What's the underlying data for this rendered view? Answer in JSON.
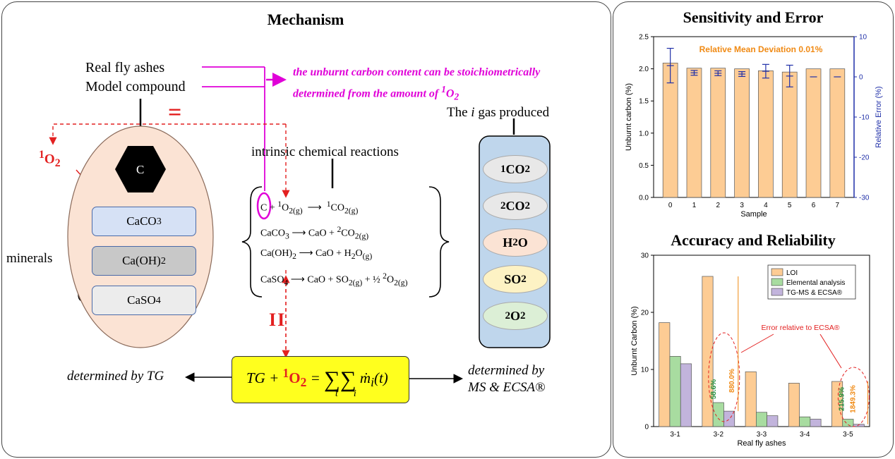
{
  "left_panel": {
    "title": "Mechanism",
    "real_fly_ashes": "Real fly ashes",
    "model_compound": "Model compound",
    "equals_sign": "=",
    "magenta_note_line1": "the unburnt carbon content can be stoichiometrically",
    "magenta_note_line2": "determined from the amount of",
    "singlet_oxygen": "1O2",
    "carbon_label": "C",
    "minerals_label": "minerals",
    "minerals": [
      "CaCO3",
      "Ca(OH)2",
      "CaSO4"
    ],
    "reactions_title": "intrinsic chemical reactions",
    "reactions": [
      "C + 1O2(g) → 1CO2(g)",
      "CaCO3 → CaO + 2CO2(g)",
      "Ca(OH)2 → CaO + H2O(g)",
      "CaSO4 → CaO + SO2(g) + 1/2 2O2(g)"
    ],
    "gas_title": "The i gas produced",
    "gases": [
      "1CO2",
      "2CO2",
      "H2O",
      "SO2",
      "2O2"
    ],
    "tg_left": "determined by TG",
    "tg_right_line1": "determined by",
    "tg_right_line2": "MS & ECSA®",
    "parallel_sign": "II"
  },
  "top_chart_title": "Sensitivity and Error",
  "bottom_chart_title": "Accuracy and Reliability",
  "chart_data": [
    {
      "type": "bar",
      "title": "Sensitivity and Error",
      "xlabel": "Sample",
      "ylabel": "Unburnt carbon (%)",
      "y2label": "Relative Error (%)",
      "annotation": "Relative Mean Deviation 0.01%",
      "categories": [
        "0",
        "1",
        "2",
        "3",
        "4",
        "5",
        "6",
        "7"
      ],
      "values": [
        2.09,
        2.01,
        2.01,
        2.0,
        1.97,
        1.95,
        2.0,
        2.0
      ],
      "relative_error": [
        2.8,
        1.0,
        0.9,
        0.7,
        1.4,
        0.2,
        0.0,
        0.0
      ],
      "relative_error_bar": [
        4.3,
        0.6,
        0.6,
        0.6,
        1.7,
        2.7,
        0,
        0
      ],
      "ylim": [
        0,
        2.5
      ],
      "y_ticks": [
        "0.0",
        "0.5",
        "1.0",
        "1.5",
        "2.0",
        "2.5"
      ],
      "y2lim": [
        -30,
        10
      ],
      "y2_ticks": [
        "10",
        "0",
        "-10",
        "-20",
        "-30"
      ],
      "colors": {
        "bar": "#fdcc94",
        "error": "#1f2fa8",
        "annotation": "#f08a14"
      }
    },
    {
      "type": "bar",
      "title": "Accuracy and Reliability",
      "xlabel": "Real fly ashes",
      "ylabel": "Unburnt Carbon (%)",
      "ylim": [
        0,
        30
      ],
      "y_ticks": [
        "0",
        "10",
        "20",
        "30"
      ],
      "categories": [
        "3-1",
        "3-2",
        "3-3",
        "3-4",
        "3-5"
      ],
      "legend_position": "top-right",
      "series": [
        {
          "name": "LOI",
          "values": [
            18.2,
            26.3,
            9.6,
            7.6,
            7.9
          ],
          "color": "#fdcc94"
        },
        {
          "name": "Elemental analysis",
          "values": [
            12.3,
            4.2,
            2.5,
            1.7,
            1.3
          ],
          "color": "#a8dca0"
        },
        {
          "name": "TG-MS & ECSA®",
          "values": [
            11.0,
            2.7,
            1.9,
            1.3,
            0.4
          ],
          "color": "#c2b4dc"
        }
      ],
      "annotation": "Error relative to ECSA®",
      "error_labels": [
        {
          "text": "880.0%",
          "color": "#f08a14"
        },
        {
          "text": "58.6%",
          "color": "#1e8f3c"
        },
        {
          "text": "215.9%",
          "color": "#1e8f3c"
        },
        {
          "text": "1849.3%",
          "color": "#f08a14"
        }
      ]
    }
  ]
}
